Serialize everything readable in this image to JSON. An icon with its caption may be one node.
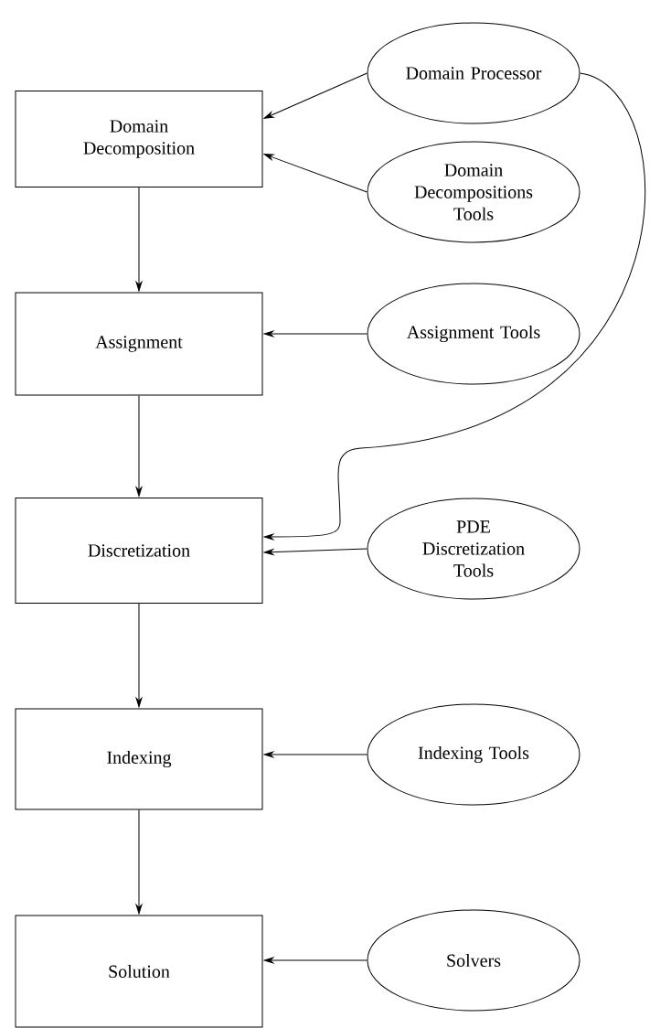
{
  "diagram": {
    "nodes": [
      {
        "text": [
          "Domain Processor"
        ]
      },
      {
        "text": [
          "Domain Decomposition"
        ]
      },
      {
        "text": [
          "Domain Decompositions Tools"
        ]
      },
      {
        "text": [
          "Assignment"
        ]
      },
      {
        "text": [
          "Assignment Tools"
        ]
      },
      {
        "text": [
          "Discretization"
        ]
      },
      {
        "text": [
          "PDE Discretization Tools"
        ]
      },
      {
        "text": [
          "Indexing"
        ]
      },
      {
        "text": [
          "Indexing Tools"
        ]
      },
      {
        "text": [
          "Solution"
        ]
      },
      {
        "text": [
          "Solvers"
        ]
      }
    ],
    "edges": [
      {
        "from": 0,
        "to": 1,
        "arrow": "to"
      },
      {
        "from": 2,
        "to": 1,
        "arrow": "to"
      },
      {
        "from": 1,
        "to": 3,
        "arrow": "to"
      },
      {
        "from": 4,
        "to": 3,
        "arrow": "to"
      },
      {
        "from": 3,
        "to": 5,
        "arrow": "to"
      },
      {
        "from": 0,
        "to": 5,
        "arrow": "to"
      },
      {
        "from": 6,
        "to": 5,
        "arrow": "to"
      },
      {
        "from": 5,
        "to": 7,
        "arrow": "to"
      },
      {
        "from": 8,
        "to": 7,
        "arrow": "to"
      },
      {
        "from": 7,
        "to": 9,
        "arrow": "to"
      },
      {
        "from": 10,
        "to": 9,
        "arrow": "to"
      }
    ]
  }
}
